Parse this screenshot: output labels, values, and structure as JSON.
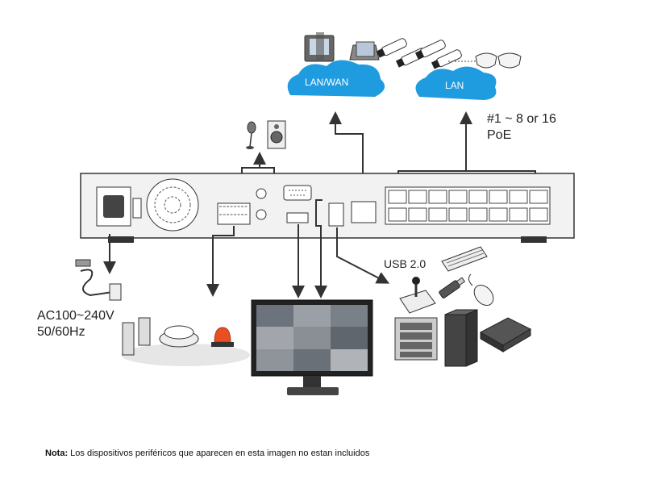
{
  "labels": {
    "lan_wan": "LAN/WAN",
    "lan": "LAN",
    "poe_line1": "#1 ~ 8 or 16",
    "poe_line2": "PoE",
    "usb": "USB 2.0",
    "ac_line1": "AC100~240V",
    "ac_line2": "50/60Hz"
  },
  "note": {
    "prefix": "Nota:",
    "text": " Los dispositivos periféricos que aparecen en esta imagen no estan incluidos"
  },
  "colors": {
    "cloud": "#1f9be0",
    "nvr_body": "#f2f2f2",
    "outline": "#333333",
    "line": "#333333"
  },
  "icons": {
    "microphone": "microphone-icon",
    "speaker": "speaker-icon",
    "desktop_pc": "desktop-pc-icon",
    "laptop": "laptop-icon",
    "bullet_camera": "bullet-camera-icon",
    "dome_camera": "dome-camera-icon",
    "power_cable": "power-cable-icon",
    "door_sensor": "door-sensor-icon",
    "smoke_detector": "smoke-detector-icon",
    "alarm_siren": "alarm-siren-icon",
    "monitor": "monitor-icon",
    "keyboard": "keyboard-icon",
    "joystick": "joystick-icon",
    "usb_drive": "usb-drive-icon",
    "mouse": "mouse-icon",
    "nas": "nas-icon",
    "tower_drive": "tower-drive-icon",
    "external_hdd": "external-hdd-icon"
  }
}
